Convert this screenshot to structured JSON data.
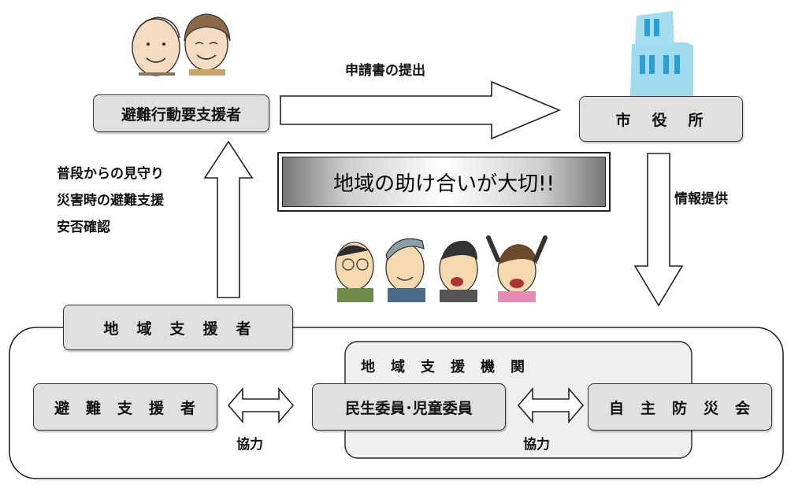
{
  "nodes": {
    "supported_person": "避難行動要支援者",
    "city_office": "市　役　所",
    "community_supporter": "地　域　支　援　者",
    "evacuation_supporter": "避　難　支　援　者",
    "welfare_commissioner": "民生委員･児童委員",
    "self_defense_group": "自　主　防　災　会",
    "support_agencies_title": "地　域　支　援　機　関"
  },
  "labels": {
    "application_submission": "申請書の提出",
    "info_provision": "情報提供",
    "support_line1": "普段からの見守り",
    "support_line2": "災害時の避難支援",
    "support_line3": "安否確認",
    "cooperation_left": "協力",
    "cooperation_right": "協力"
  },
  "banner": {
    "text": "地域の助け合いが大切!!"
  },
  "colors": {
    "box_fill": "#e0e0e0",
    "building_blue": "#8fd3ea",
    "window_blue": "#2a9fd6"
  }
}
